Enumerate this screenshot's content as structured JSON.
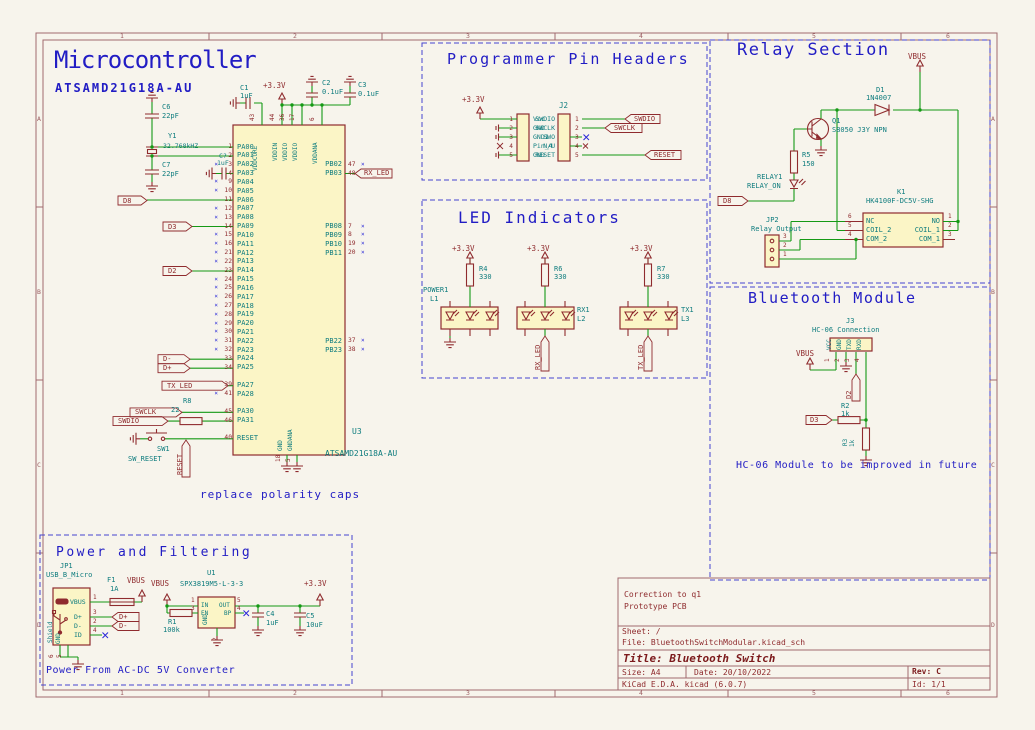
{
  "frame": {
    "cols": [
      "1",
      "2",
      "3",
      "4",
      "5",
      "6"
    ],
    "rows": [
      "A",
      "B",
      "C",
      "D"
    ]
  },
  "mcu": {
    "title": "Microcontroller",
    "subtitle": "ATSAMD21G18A-AU",
    "ref": "U3",
    "value": "ATSAMD21G18A-AU",
    "note": "replace polarity caps",
    "plus33": "+3.3V",
    "c6": {
      "ref": "C6",
      "val": "22pF"
    },
    "y1": {
      "ref": "Y1",
      "val": "32.768kHZ"
    },
    "c7": {
      "ref": "C7",
      "val": "22pF"
    },
    "cq": {
      "ref": "C?",
      "val": "1uF"
    },
    "c1": {
      "ref": "C1",
      "val": "1uF"
    },
    "c2": {
      "ref": "C2",
      "val": "0.1uF"
    },
    "c3": {
      "ref": "C3",
      "val": "0.1uF"
    },
    "r8": {
      "ref": "R8",
      "val": "22"
    },
    "sw1": {
      "ref": "SW1",
      "val": "SW_RESET"
    },
    "labels": {
      "d8": "D8",
      "d3": "D3",
      "d2": "D2",
      "dminus": "D-",
      "dplus": "D+",
      "tx_led": "TX_LED",
      "swclk": "SWCLK",
      "swdio": "SWDIO",
      "rx_led": "RX_LED",
      "reset": "RESET"
    },
    "top_pins": [
      {
        "num": "43",
        "name": "VDDCORE"
      },
      {
        "num": "44",
        "name": "VDDIN"
      },
      {
        "num": "36",
        "name": "VDDIO"
      },
      {
        "num": "17",
        "name": "VDDIO"
      },
      {
        "num": "6",
        "name": "VDDANA"
      }
    ],
    "bottom_pins": [
      {
        "num": "18",
        "name": "GND"
      },
      {
        "num": "5",
        "name": "GNDANA"
      }
    ],
    "left_pins": [
      {
        "num": "1",
        "name": "PA00",
        "nc": ""
      },
      {
        "num": "2",
        "name": "PA01",
        "nc": ""
      },
      {
        "num": "3",
        "name": "PA02",
        "nc": "×"
      },
      {
        "num": "4",
        "name": "PA03",
        "nc": ""
      },
      {
        "num": "9",
        "name": "PA04",
        "nc": "×"
      },
      {
        "num": "10",
        "name": "PA05",
        "nc": "×"
      },
      {
        "num": "11",
        "name": "PA06",
        "nc": ""
      },
      {
        "num": "12",
        "name": "PA07",
        "nc": "×"
      },
      {
        "num": "13",
        "name": "PA08",
        "nc": "×"
      },
      {
        "num": "14",
        "name": "PA09",
        "nc": ""
      },
      {
        "num": "15",
        "name": "PA10",
        "nc": "×"
      },
      {
        "num": "16",
        "name": "PA11",
        "nc": "×"
      },
      {
        "num": "21",
        "name": "PA12",
        "nc": "×"
      },
      {
        "num": "22",
        "name": "PA13",
        "nc": "×"
      },
      {
        "num": "23",
        "name": "PA14",
        "nc": ""
      },
      {
        "num": "24",
        "name": "PA15",
        "nc": "×"
      },
      {
        "num": "25",
        "name": "PA16",
        "nc": "×"
      },
      {
        "num": "26",
        "name": "PA17",
        "nc": "×"
      },
      {
        "num": "27",
        "name": "PA18",
        "nc": "×"
      },
      {
        "num": "28",
        "name": "PA19",
        "nc": "×"
      },
      {
        "num": "29",
        "name": "PA20",
        "nc": "×"
      },
      {
        "num": "30",
        "name": "PA21",
        "nc": "×"
      },
      {
        "num": "31",
        "name": "PA22",
        "nc": "×"
      },
      {
        "num": "32",
        "name": "PA23",
        "nc": "×"
      },
      {
        "num": "33",
        "name": "PA24",
        "nc": ""
      },
      {
        "num": "34",
        "name": "PA25",
        "nc": ""
      },
      {
        "num": "",
        "name": "",
        "nc": ""
      },
      {
        "num": "39",
        "name": "PA27",
        "nc": ""
      },
      {
        "num": "41",
        "name": "PA28",
        "nc": "×"
      },
      {
        "num": "",
        "name": "",
        "nc": ""
      },
      {
        "num": "45",
        "name": "PA30",
        "nc": ""
      },
      {
        "num": "46",
        "name": "PA31",
        "nc": ""
      },
      {
        "num": "",
        "name": "",
        "nc": ""
      },
      {
        "num": "40",
        "name": "RESET",
        "nc": ""
      }
    ],
    "right_pins": [
      {
        "num": "",
        "name": "",
        "nc": ""
      },
      {
        "num": "",
        "name": "",
        "nc": ""
      },
      {
        "num": "47",
        "name": "PB02",
        "nc": "×"
      },
      {
        "num": "48",
        "name": "PB03",
        "nc": ""
      },
      {
        "num": "",
        "name": "",
        "nc": ""
      },
      {
        "num": "",
        "name": "",
        "nc": ""
      },
      {
        "num": "",
        "name": "",
        "nc": ""
      },
      {
        "num": "",
        "name": "",
        "nc": ""
      },
      {
        "num": "",
        "name": "",
        "nc": ""
      },
      {
        "num": "7",
        "name": "PB08",
        "nc": "×"
      },
      {
        "num": "8",
        "name": "PB09",
        "nc": "×"
      },
      {
        "num": "19",
        "name": "PB10",
        "nc": "×"
      },
      {
        "num": "20",
        "name": "PB11",
        "nc": "×"
      },
      {
        "num": "",
        "name": "",
        "nc": ""
      },
      {
        "num": "",
        "name": "",
        "nc": ""
      },
      {
        "num": "",
        "name": "",
        "nc": ""
      },
      {
        "num": "",
        "name": "",
        "nc": ""
      },
      {
        "num": "",
        "name": "",
        "nc": ""
      },
      {
        "num": "",
        "name": "",
        "nc": ""
      },
      {
        "num": "",
        "name": "",
        "nc": ""
      },
      {
        "num": "",
        "name": "",
        "nc": ""
      },
      {
        "num": "",
        "name": "",
        "nc": ""
      },
      {
        "num": "37",
        "name": "PB22",
        "nc": "×"
      },
      {
        "num": "38",
        "name": "PB23",
        "nc": "×"
      }
    ]
  },
  "programmer": {
    "title": "Programmer Pin Headers",
    "plus33": "+3.3V",
    "j2": "J2",
    "conn1": [
      {
        "num": "1",
        "name": "Vcc"
      },
      {
        "num": "2",
        "name": "GND"
      },
      {
        "num": "3",
        "name": "GND1"
      },
      {
        "num": "4",
        "name": "Pin_4"
      },
      {
        "num": "5",
        "name": "GND"
      }
    ],
    "conn2": [
      {
        "name": "SWDIO",
        "num": "1"
      },
      {
        "name": "SWCLK",
        "num": "2"
      },
      {
        "name": "SWO",
        "num": "3"
      },
      {
        "name": "N/U",
        "num": "4"
      },
      {
        "name": "RESET",
        "num": "5"
      }
    ],
    "labels": {
      "swdio": "SWDIO",
      "swclk": "SWCLK",
      "reset": "RESET"
    }
  },
  "leds": {
    "title": "LED Indicators",
    "groups": [
      {
        "pwr": "+3.3V",
        "rref": "R4",
        "rval": "330",
        "ref": "POWER1",
        "lref": "L1",
        "sink": ""
      },
      {
        "pwr": "+3.3V",
        "rref": "R6",
        "rval": "330",
        "ref": "RX1",
        "lref": "L2",
        "sink": "RX_LED"
      },
      {
        "pwr": "+3.3V",
        "rref": "R7",
        "rval": "330",
        "ref": "TX1",
        "lref": "L3",
        "sink": "TX_LED"
      }
    ]
  },
  "relay": {
    "title": "Relay Section",
    "vbus": "VBUS",
    "d1": {
      "ref": "D1",
      "val": "1N4007"
    },
    "q1": {
      "ref": "Q1",
      "val": "S8050 J3Y NPN"
    },
    "r5": {
      "ref": "R5",
      "val": "150"
    },
    "led": {
      "ref": "RELAY1",
      "val": "RELAY_ON"
    },
    "d8": "D8",
    "k1": {
      "ref": "K1",
      "val": "HK4100F-DC5V-SHG"
    },
    "k1_left": [
      {
        "num": "6",
        "name": "NC"
      },
      {
        "num": "5",
        "name": "COIL_2"
      },
      {
        "num": "4",
        "name": "COM_2"
      }
    ],
    "k1_right": [
      {
        "num": "1",
        "name": "NO"
      },
      {
        "num": "2",
        "name": "COIL_1"
      },
      {
        "num": "3",
        "name": "COM_1"
      }
    ],
    "jp2": {
      "ref": "JP2",
      "val": "Relay Output",
      "pins": [
        "3",
        "2",
        "1"
      ]
    }
  },
  "bt": {
    "title": "Bluetooth Module",
    "j3": {
      "ref": "J3",
      "val": "HC-06 Connection"
    },
    "pins": [
      {
        "name": "VCC",
        "num": "1"
      },
      {
        "name": "GND",
        "num": "2"
      },
      {
        "name": "TXD",
        "num": "3"
      },
      {
        "name": "RXD",
        "num": "4"
      }
    ],
    "vbus": "VBUS",
    "d2": "D2",
    "d3": "D3",
    "r2": {
      "ref": "R2",
      "val": "1k"
    },
    "r3": {
      "ref": "R3",
      "val": "1k"
    },
    "note": "HC-06 Module to be improved in future"
  },
  "power": {
    "title": "Power and Filtering",
    "jp1": {
      "ref": "JP1",
      "val": "USB_B_Micro"
    },
    "jp1_pins": [
      {
        "num": "1",
        "name": "VBUS"
      },
      {
        "num": "3",
        "name": "D+"
      },
      {
        "num": "2",
        "name": "D-"
      },
      {
        "num": "4",
        "name": "ID"
      }
    ],
    "jp1_shield": "Shield",
    "jp1_gnd": "GND",
    "jp1_bnums": [
      "6",
      "5"
    ],
    "f1": {
      "ref": "F1",
      "val": "1A"
    },
    "vbus": "VBUS",
    "vbus2": "VBUS",
    "u1": {
      "ref": "U1",
      "val": "SPX3819M5-L-3-3"
    },
    "u1_pins": {
      "in": "IN",
      "en": "EN",
      "out": "OUT",
      "bp": "BP",
      "gnd": "GND",
      "n_in": "1",
      "n_en": "3",
      "n_out": "5",
      "n_bp": "4",
      "n_gnd": "2"
    },
    "r1": {
      "ref": "R1",
      "val": "100k"
    },
    "c4": {
      "ref": "C4",
      "val": "1uF"
    },
    "c5": {
      "ref": "C5",
      "val": "10uF"
    },
    "plus33": "+3.3V",
    "dplus": "D+",
    "dminus": "D-",
    "note": "Power From AC-DC 5V Converter"
  },
  "titleblock": {
    "comment1": "Correction to q1",
    "comment2": "Prototype PCB",
    "sheet": "Sheet: /",
    "file": "File: BluetoothSwitchModular.kicad_sch",
    "title": "Title: Bluetooth Switch",
    "size": "Size: A4",
    "date": "Date: 20/10/2022",
    "rev": "Rev: C",
    "tool": "KiCad E.D.A.  kicad (6.0.7)",
    "id": "Id: 1/1"
  }
}
